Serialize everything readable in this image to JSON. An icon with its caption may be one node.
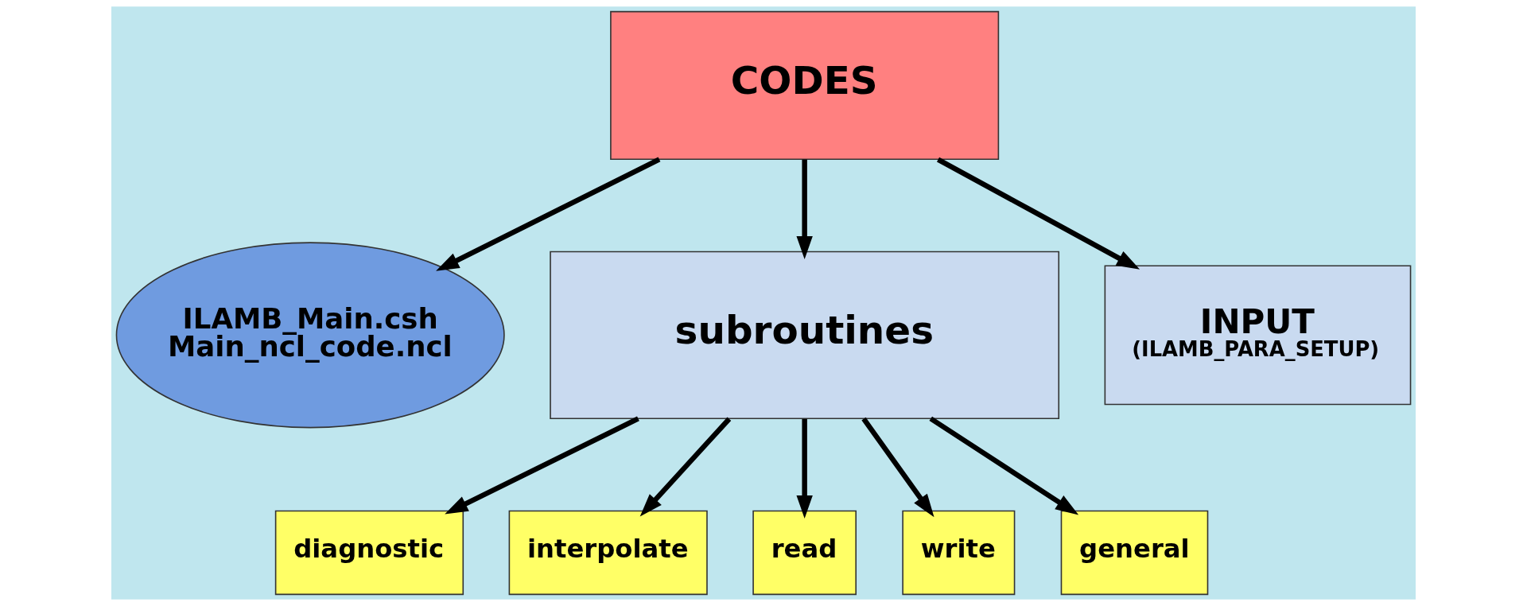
{
  "diagram": {
    "nodes": [
      {
        "text": [
          "CODES"
        ]
      },
      {
        "text": [
          "ILAMB_Main.csh",
          "Main_ncl_code.ncl"
        ]
      },
      {
        "text": [
          "subroutines"
        ]
      },
      {
        "text": [
          "INPUT",
          "(ILAMB_PARA_SETUP)"
        ]
      },
      {
        "text": [
          "diagnostic"
        ]
      },
      {
        "text": [
          "interpolate"
        ]
      },
      {
        "text": [
          "read"
        ]
      },
      {
        "text": [
          "write"
        ]
      },
      {
        "text": [
          "general"
        ]
      }
    ],
    "edges": [
      {
        "from": 0,
        "to": 1,
        "arrow": "to"
      },
      {
        "from": 0,
        "to": 2,
        "arrow": "to"
      },
      {
        "from": 0,
        "to": 3,
        "arrow": "to"
      },
      {
        "from": 2,
        "to": 4,
        "arrow": "to"
      },
      {
        "from": 2,
        "to": 5,
        "arrow": "to"
      },
      {
        "from": 2,
        "to": 6,
        "arrow": "to"
      },
      {
        "from": 2,
        "to": 7,
        "arrow": "to"
      },
      {
        "from": 2,
        "to": 8,
        "arrow": "to"
      }
    ]
  }
}
